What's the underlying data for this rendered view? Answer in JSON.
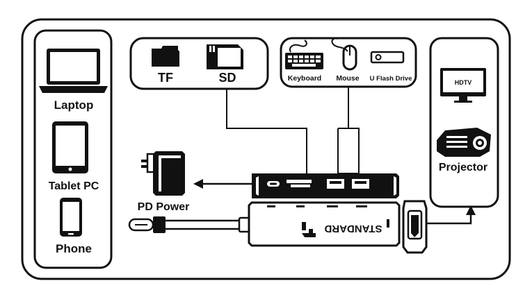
{
  "devices_left": {
    "laptop": "Laptop",
    "tablet": "Tablet PC",
    "phone": "Phone"
  },
  "cards": {
    "tf": "TF",
    "sd": "SD"
  },
  "usb_devices": {
    "keyboard": "Keyboard",
    "mouse": "Mouse",
    "flash": "U Flash Drive"
  },
  "output": {
    "hdtv_screen": "HDTV",
    "projector": "Projector"
  },
  "power": {
    "label": "PD Power"
  },
  "hub": {
    "brand": "STANDARD"
  }
}
